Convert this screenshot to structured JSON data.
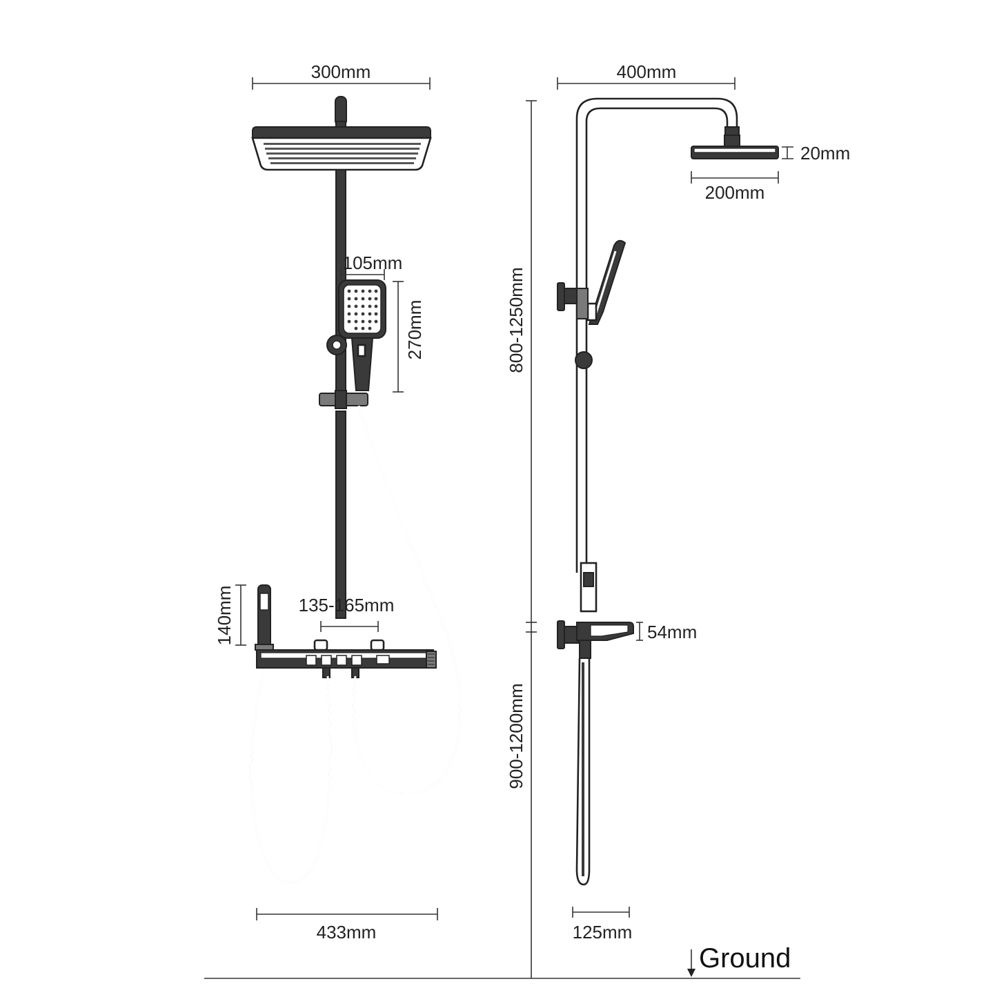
{
  "labels": {
    "front_head_width": "300mm",
    "side_arm_length": "400mm",
    "side_head_thickness": "20mm",
    "side_head_width": "200mm",
    "hand_shower_width": "105mm",
    "hand_shower_length": "270mm",
    "rail_height": "800-1250mm",
    "spout_height": "140mm",
    "handle_spacing": "135-165mm",
    "shelf_thickness": "54mm",
    "mount_height": "900-1200mm",
    "mixer_width": "433mm",
    "side_depth": "125mm",
    "ground": "Ground"
  },
  "colors": {
    "line": "#222222",
    "fill_dark": "#3a3a3a",
    "fill_gray": "#7a7a7a",
    "background": "#ffffff"
  }
}
